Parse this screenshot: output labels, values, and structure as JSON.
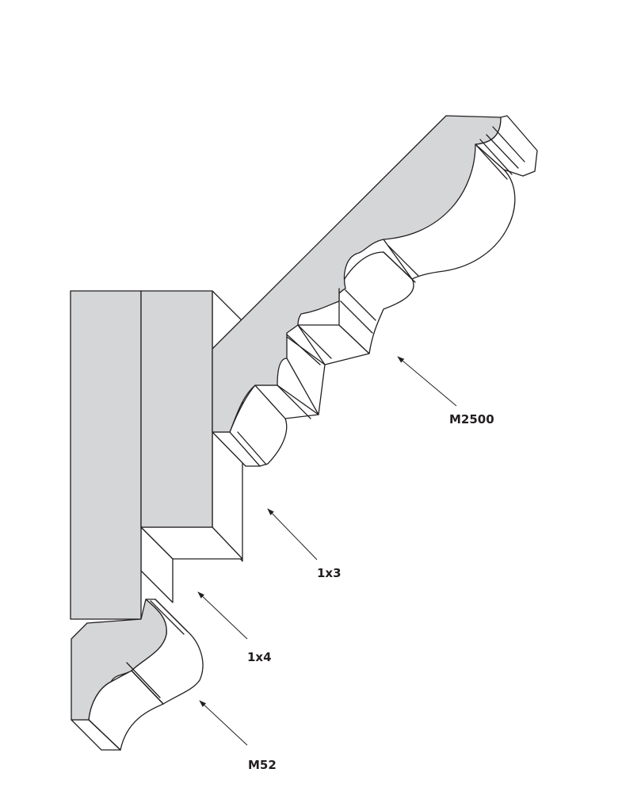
{
  "diagram": {
    "colors": {
      "profile_face": "#d5d6d8",
      "stock_face": "#ffffff",
      "line": "#231f20"
    },
    "callouts": [
      {
        "id": "m2500",
        "label": "M2500"
      },
      {
        "id": "1x3",
        "label": "1x3"
      },
      {
        "id": "1x4",
        "label": "1x4"
      },
      {
        "id": "m52",
        "label": "M52"
      }
    ]
  }
}
